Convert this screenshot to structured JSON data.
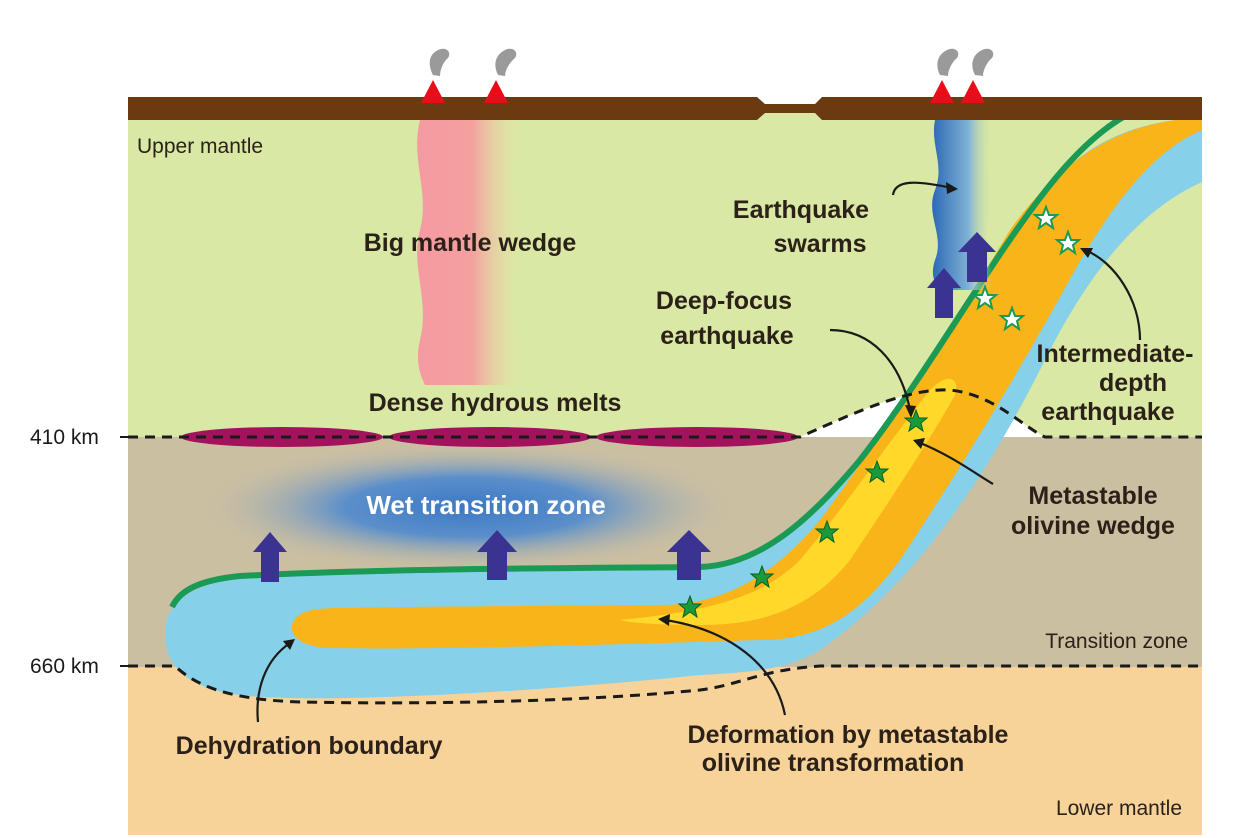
{
  "layers": {
    "upper_mantle": "Upper mantle",
    "transition_zone": "Transition zone",
    "lower_mantle": "Lower mantle"
  },
  "depths": {
    "d410": "410 km",
    "d660": "660 km"
  },
  "labels": {
    "big_mantle_wedge": "Big mantle wedge",
    "dense_hydrous_melts": "Dense hydrous melts",
    "wet_transition_zone": "Wet transition zone",
    "earthquake_swarms_1": "Earthquake",
    "earthquake_swarms_2": "swarms",
    "deep_focus_1": "Deep-focus",
    "deep_focus_2": "earthquake",
    "intermediate_1": "Intermediate-",
    "intermediate_2": "depth",
    "intermediate_3": "earthquake",
    "metastable_1": "Metastable",
    "metastable_2": "olivine wedge",
    "dehydration_boundary": "Dehydration boundary",
    "deformation_1": "Deformation by metastable",
    "deformation_2": "olivine transformation"
  },
  "colors": {
    "crust": "#6b3a10",
    "upper_mantle": "#d9e8a4",
    "transition_zone": "#cbbfa2",
    "lower_mantle": "#f7d39a",
    "slab": "#86d0ea",
    "slab_core": "#f8b418",
    "slab_wedge": "#ffd82a",
    "slab_top": "#1a9a55",
    "melt": "#a3135d",
    "wet_zone": "#3b79c4",
    "arrow": "#3a3392",
    "volcano": "#e80d18",
    "plume_pink": "#f49aa0",
    "plume_blue": "#2e6fb8",
    "star_green": "#1a9a3a"
  },
  "icons": [
    "volcano-icon",
    "smoke-icon",
    "up-arrow-icon",
    "star-icon"
  ]
}
